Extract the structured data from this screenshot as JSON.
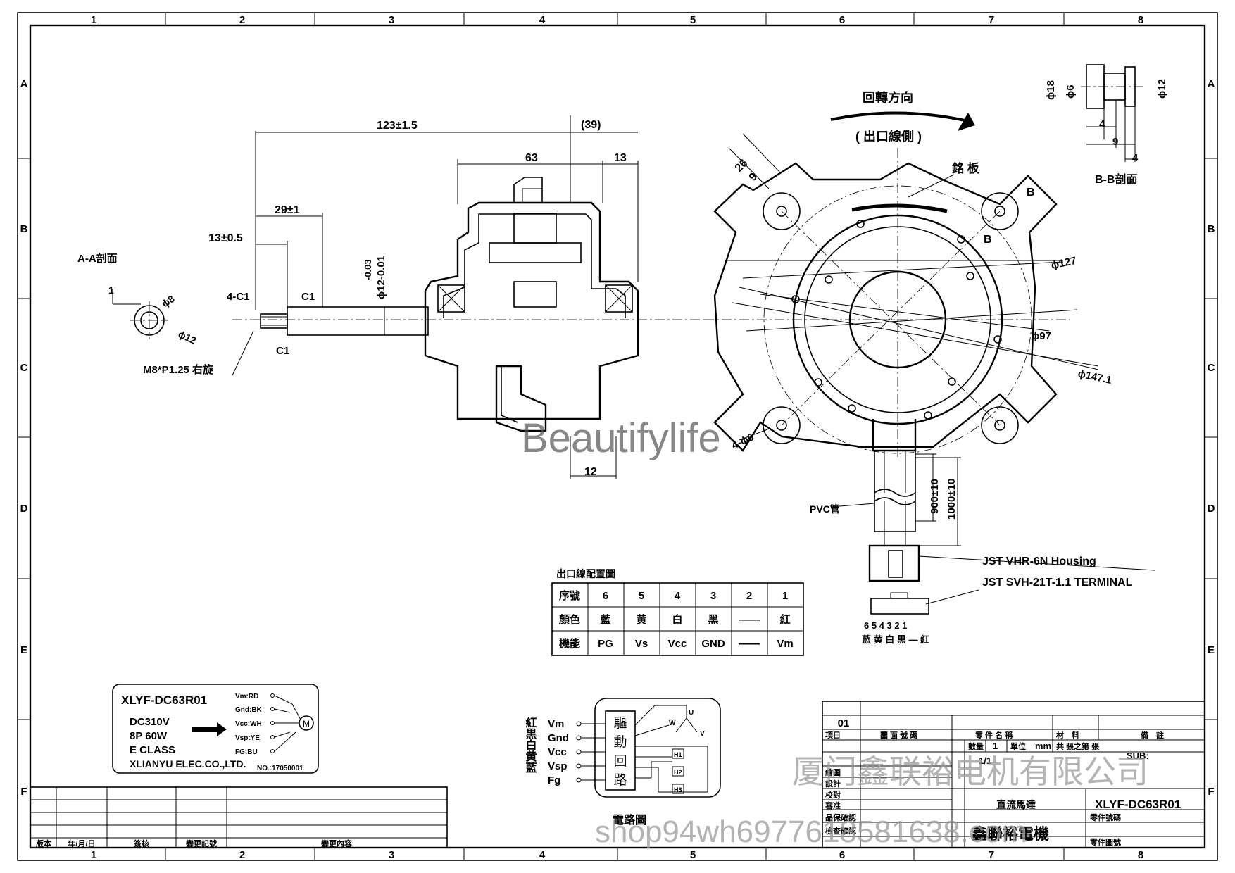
{
  "frame": {
    "columns": [
      "1",
      "2",
      "3",
      "4",
      "5",
      "6",
      "7",
      "8"
    ],
    "rows": [
      "A",
      "B",
      "C",
      "D",
      "E",
      "F"
    ]
  },
  "side_view": {
    "dim_total": "123±1.5",
    "dim_39": "(39)",
    "dim_63": "63",
    "dim_13": "13",
    "dim_29": "29±1",
    "dim_13b": "13±0.5",
    "dim_shaft": "ϕ12-0.01",
    "dim_shaft_tol": "-0.03",
    "chamfer_4c1": "4-C1",
    "chamfer_c1a": "C1",
    "chamfer_c1b": "C1",
    "thread": "M8*P1.25 右旋",
    "dim_12": "12"
  },
  "section_aa": {
    "title": "A-A剖面",
    "dim_1": "1",
    "dim_8": "ϕ8",
    "dim_12": "ϕ12"
  },
  "front_view": {
    "rotation_title": "回轉方向",
    "rotation_sub": "( 出口線側 )",
    "nameplate": "銘 板",
    "dim_26": "26",
    "dim_9": "9",
    "label_b1": "B",
    "label_b2": "B",
    "dim_127": "ϕ127",
    "dim_97": "ϕ97",
    "dim_147": "ϕ147.1",
    "holes": "4-ϕ6",
    "pvc": "PVC管",
    "dim_900": "900±10",
    "dim_1000": "1000±10",
    "housing": "JST VHR-6N Housing",
    "terminal": "JST SVH-21T-1.1 TERMINAL",
    "pin_numbers": "6 5 4 3 2 1",
    "pin_colors": "藍 黄 白 黒 — 紅"
  },
  "section_bb": {
    "title": "B-B剖面",
    "dim_18": "ϕ18",
    "dim_6": "ϕ6",
    "dim_12": "ϕ12",
    "dim_4a": "4",
    "dim_9": "9",
    "dim_4b": "4"
  },
  "wiring_table": {
    "title": "出口線配置圖",
    "headers": [
      "序號",
      "6",
      "5",
      "4",
      "3",
      "2",
      "1"
    ],
    "rows": [
      [
        "顏色",
        "藍",
        "黄",
        "白",
        "黑",
        "——",
        "紅"
      ],
      [
        "機能",
        "PG",
        "Vs",
        "Vcc",
        "GND",
        "——",
        "Vm"
      ]
    ]
  },
  "label_plate": {
    "model": "XLYF-DC63R01",
    "line1": "DC310V",
    "line2": "8P 60W",
    "line3": "E CLASS",
    "company": "XLIANYU ELEC.CO.,LTD.",
    "number": "NO.:17050001",
    "pins": [
      "Vm:RD",
      "Gnd:BK",
      "Vcc:WH",
      "Vsp:YE",
      "FG:BU"
    ],
    "motor_symbol": "M"
  },
  "circuit": {
    "colors_vertical": "紅黒白黄藍",
    "pins": [
      "Vm",
      "Gnd",
      "Vcc",
      "Vsp",
      "Fg"
    ],
    "driver": [
      "驅",
      "動",
      "回",
      "路"
    ],
    "hall": [
      "H1",
      "H2",
      "H3"
    ],
    "phases": [
      "U",
      "V",
      "W"
    ],
    "caption": "電路圖"
  },
  "revision_block": {
    "headers": [
      "版本",
      "年/月/日",
      "簽核",
      "變更記號",
      "變更內容"
    ]
  },
  "title_block": {
    "item_no": "01",
    "col_headers": [
      "項目",
      "圖 面 號 碼",
      "零 件 名 稱",
      "材　料",
      "備　註"
    ],
    "qty_label": "數量",
    "qty": "1",
    "unit_label": "單位",
    "unit": "mm",
    "sheet_label": "共 張之第 張",
    "sub": "SUB:",
    "scale": "1/1",
    "rows_left": [
      "繪圖",
      "設計",
      "校對",
      "審准",
      "品保確認",
      "檢查確認"
    ],
    "product": "直流馬達",
    "model": "XLYF-DC63R01",
    "company": "鑫聯裕電機",
    "part_label": "零件號碼",
    "drawing_label": "零件圖號"
  },
  "watermarks": {
    "brand": "Beautifylife",
    "company_cn": "厦门鑫联裕电机有限公司",
    "shop": "shop94wh6977618581638.com"
  }
}
